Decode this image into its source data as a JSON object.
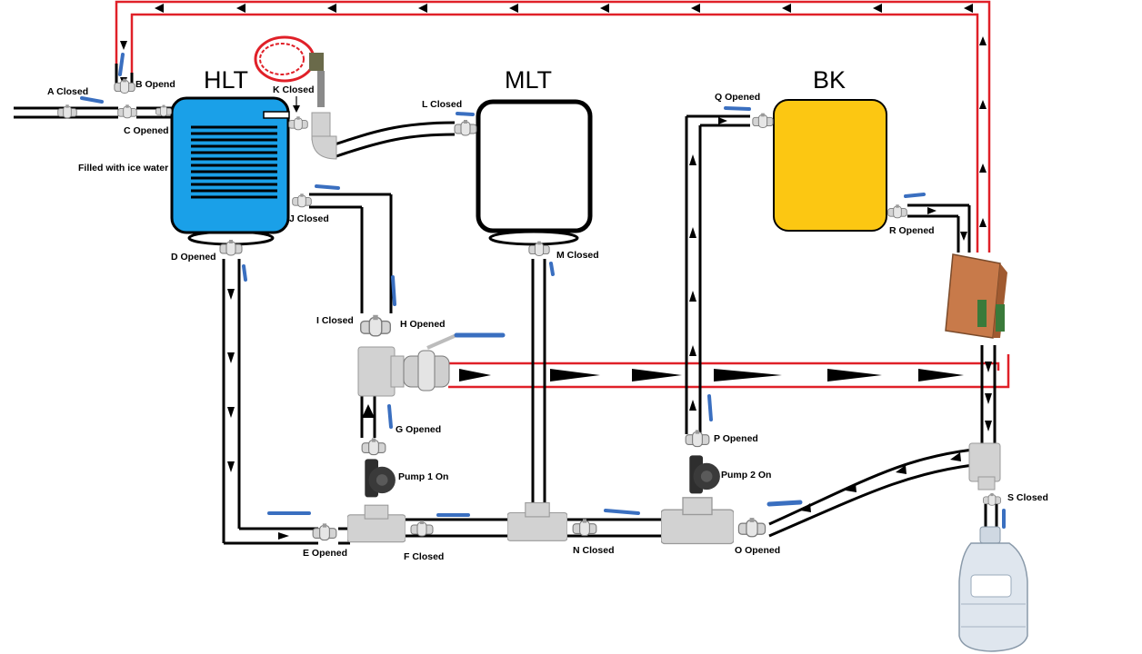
{
  "tanks": {
    "hlt": {
      "title": "HLT",
      "color": "#1aa0e8",
      "note": "Filled with ice water"
    },
    "mlt": {
      "title": "MLT",
      "color": "#ffffff"
    },
    "bk": {
      "title": "BK",
      "color": "#fcc712"
    }
  },
  "valves": {
    "a": "A Closed",
    "b": "B Opend",
    "c": "C Opened",
    "d": "D Opened",
    "e": "E Opened",
    "f": "F Closed",
    "g": "G Opened",
    "h": "H Opened",
    "i": "I Closed",
    "j": "J Closed",
    "k": "K Closed",
    "l": "L Closed",
    "m": "M Closed",
    "n": "N Closed",
    "o": "O Opened",
    "p": "P Opened",
    "q": "Q Opened",
    "r": "R Opened",
    "s": "S Closed"
  },
  "pumps": {
    "pump1": "Pump 1 On",
    "pump2": "Pump 2 On"
  },
  "colors": {
    "hot_line": "#e02028",
    "pipe": "#000000",
    "valve_handle": "#3a6fc0",
    "valve_body": "#c8c8c8",
    "fitting": "#d2d2d2",
    "chiller": "#c87a4a",
    "carboy": "#dfe6ee"
  },
  "icons": [
    "valve-icon",
    "pump-icon",
    "tee-fitting-icon",
    "plate-chiller-icon",
    "carboy-icon",
    "immersion-coil-icon",
    "flow-arrow-icon"
  ]
}
